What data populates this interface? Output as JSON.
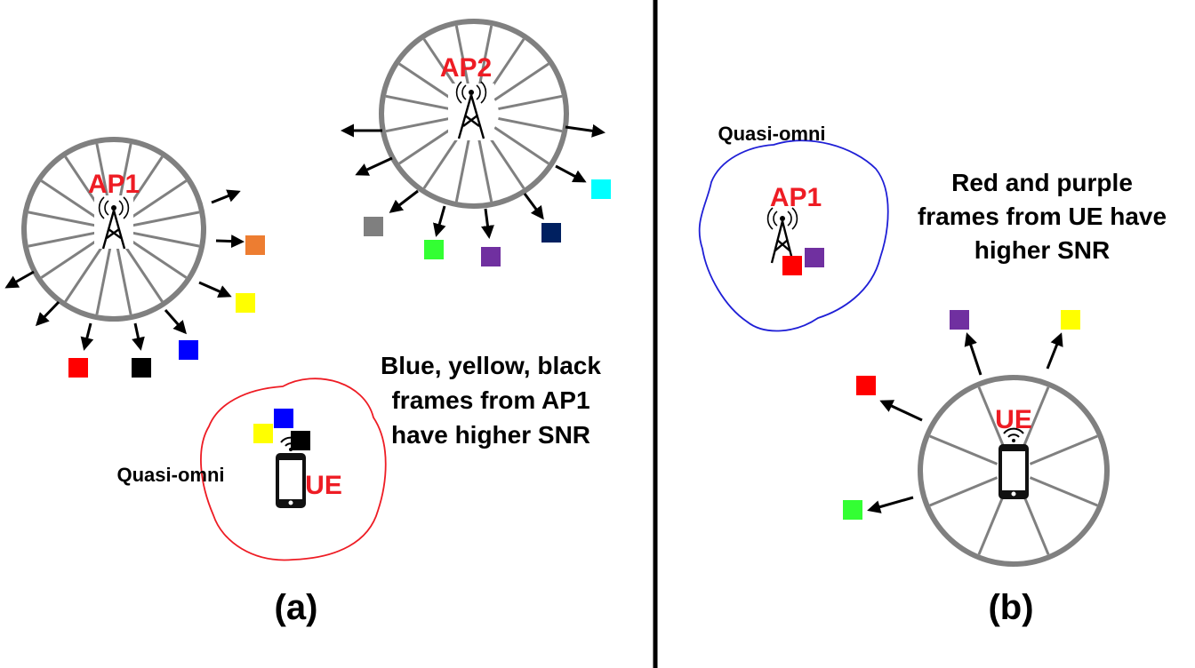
{
  "panel_a": {
    "ap1": {
      "label": "AP1"
    },
    "ap2": {
      "label": "AP2"
    },
    "ue": {
      "label": "UE",
      "pattern": "Quasi-omni"
    },
    "caption_lines": [
      "Blue, yellow, black",
      "frames from AP1",
      "have higher SNR"
    ],
    "panel_label": "(a)"
  },
  "panel_b": {
    "ap1": {
      "label": "AP1",
      "pattern": "Quasi-omni"
    },
    "ue": {
      "label": "UE"
    },
    "caption_lines": [
      "Red and purple",
      "frames from UE have",
      "higher SNR"
    ],
    "panel_label": "(b)"
  },
  "colors": {
    "ap_label": "#ee1c24",
    "wheel": "#808080",
    "ue_pattern": "#ee1c24",
    "ap1_pattern_b": "#1f1fd6",
    "frames": {
      "red": "#ff0000",
      "black": "#000000",
      "blue": "#0000ff",
      "yellow": "#ffff00",
      "orange": "#ed7d31",
      "gray": "#7f7f7f",
      "green": "#33ff33",
      "purple": "#7030a0",
      "navy": "#002060",
      "cyan": "#00ffff"
    }
  }
}
